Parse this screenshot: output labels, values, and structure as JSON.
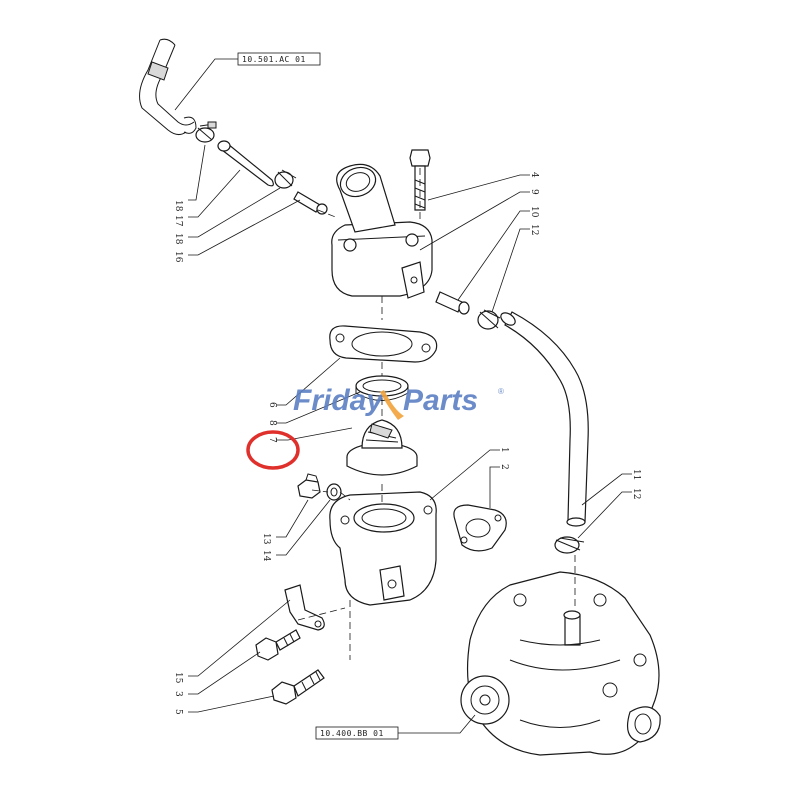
{
  "references": {
    "top": "10.501.AC 01",
    "bottom": "10.400.BB 01"
  },
  "watermark": {
    "text_friday": "Friday",
    "text_parts": "Parts",
    "trademark": "®",
    "color_blue": "#5b7fc4",
    "color_orange": "#f2a33a"
  },
  "highlight": {
    "color": "#e0302c",
    "target_label": "7"
  },
  "callouts_left": {
    "c18a": "18",
    "c17": "17",
    "c18b": "18",
    "c16": "16",
    "c6": "6",
    "c8": "8",
    "c7": "7",
    "c13": "13",
    "c14": "14",
    "c15": "15",
    "c3": "3",
    "c5": "5"
  },
  "callouts_right": {
    "c4": "4",
    "c9": "9",
    "c10": "10",
    "c12a": "12",
    "c1": "1",
    "c2": "2",
    "c11": "11",
    "c12b": "12"
  }
}
